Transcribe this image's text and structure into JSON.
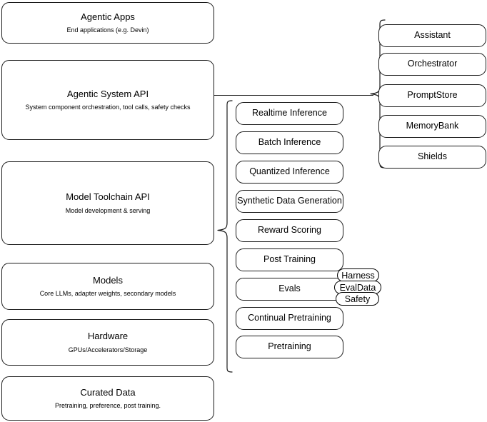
{
  "diagram": {
    "title": "AI Stack Layers Diagram",
    "background_color": "#ffffff",
    "stroke_color": "#1a1a1a",
    "text_color": "#000000"
  },
  "stack_layers": [
    {
      "name": "agentic-apps",
      "title": "Agentic Apps",
      "subtitle": "End applications (e.g. Devin)"
    },
    {
      "name": "agentic-system-api",
      "title": "Agentic System API",
      "subtitle": "System component orchestration, tool calls, safety checks"
    },
    {
      "name": "model-toolchain-api",
      "title": "Model Toolchain API",
      "subtitle": "Model development & serving"
    },
    {
      "name": "models",
      "title": "Models",
      "subtitle": "Core LLMs, adapter weights, secondary models"
    },
    {
      "name": "hardware",
      "title": "Hardware",
      "subtitle": "GPUs/Accelerators/Storage"
    },
    {
      "name": "curated-data",
      "title": "Curated Data",
      "subtitle": "Pretraining, preference, post training."
    }
  ],
  "toolchain_components": [
    {
      "name": "realtime-inference",
      "title": "Realtime Inference"
    },
    {
      "name": "batch-inference",
      "title": "Batch Inference"
    },
    {
      "name": "quantized-inference",
      "title": "Quantized Inference"
    },
    {
      "name": "synthetic-data-generation",
      "title": "Synthetic Data Generation"
    },
    {
      "name": "reward-scoring",
      "title": "Reward Scoring"
    },
    {
      "name": "post-training",
      "title": "Post Training"
    },
    {
      "name": "evals",
      "title": "Evals"
    },
    {
      "name": "continual-pretraining",
      "title": "Continual Pretraining"
    },
    {
      "name": "pretraining",
      "title": "Pretraining"
    }
  ],
  "evals_badges": [
    {
      "name": "harness",
      "title": "Harness"
    },
    {
      "name": "evaldata",
      "title": "EvalData"
    },
    {
      "name": "safety",
      "title": "Safety"
    }
  ],
  "system_components": [
    {
      "name": "assistant",
      "title": "Assistant"
    },
    {
      "name": "orchestrator",
      "title": "Orchestrator"
    },
    {
      "name": "promptstore",
      "title": "PromptStore"
    },
    {
      "name": "memorybank",
      "title": "MemoryBank"
    },
    {
      "name": "shields",
      "title": "Shields"
    }
  ]
}
